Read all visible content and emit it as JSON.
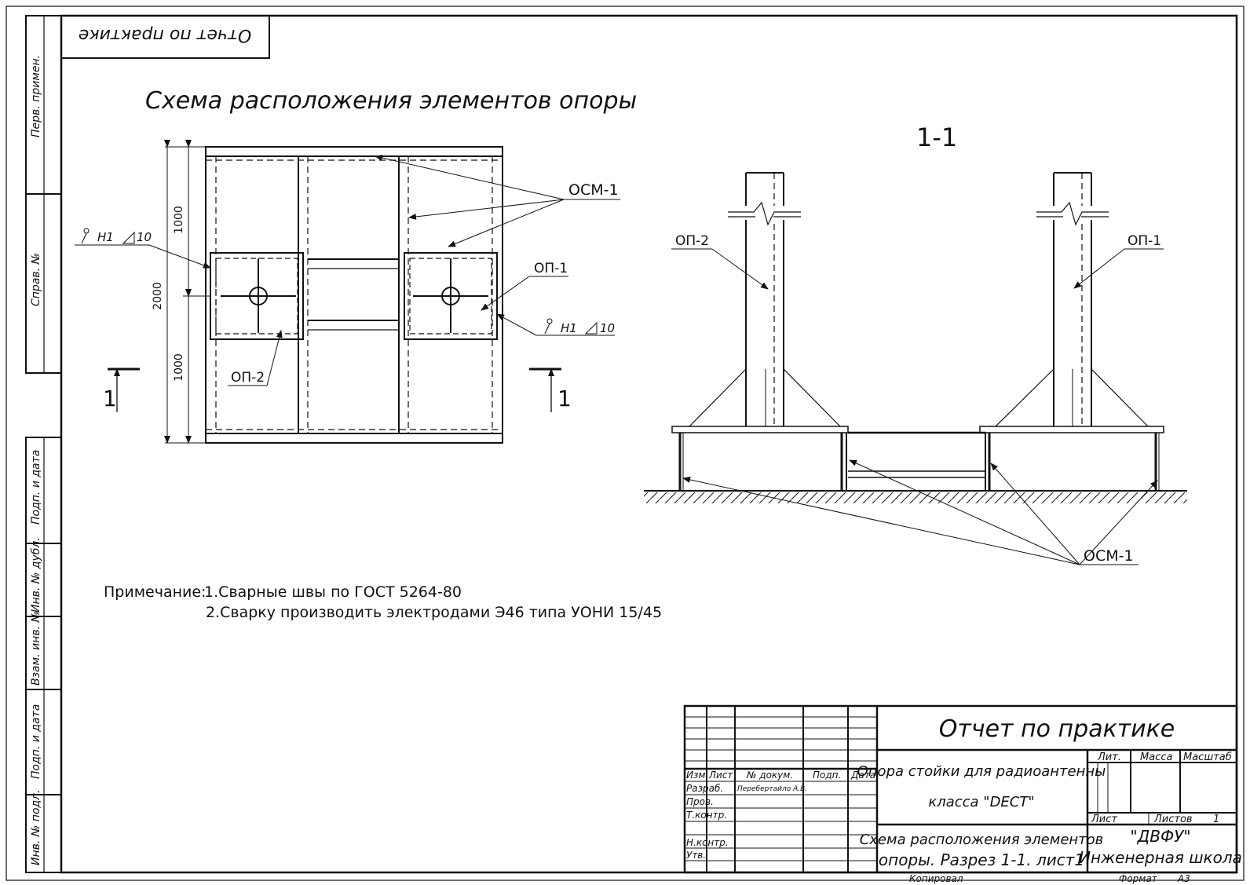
{
  "stamp_top": "Отчет по практике",
  "scheme_title": "Схема расположения элементов опоры",
  "section_title": "1-1",
  "side_labels": {
    "perv_primen": "Перв. примен.",
    "sprav": "Справ. №",
    "podp_data_1": "Подп. и дата",
    "inv_dubl": "Инв. № дубл.",
    "vzam_inv": "Взам. инв. №",
    "podp_data_2": "Подп. и дата",
    "inv_podl": "Инв. № подл."
  },
  "plan": {
    "dim_total": "2000",
    "dim_top": "1000",
    "dim_bottom": "1000",
    "section_mark_left": "1",
    "section_mark_right": "1",
    "weld_left": "Н1",
    "weld_left_size": "10",
    "weld_right": "Н1",
    "weld_right_size": "10",
    "label_osm": "ОСМ-1",
    "label_op1": "ОП-1",
    "label_op2": "ОП-2"
  },
  "section": {
    "label_op2": "ОП-2",
    "label_op1": "ОП-1",
    "label_osm": "ОСМ-1"
  },
  "notes": {
    "prefix": "Примечание:",
    "line1": "1.Сварные швы по ГОСТ 5264-80",
    "line2": "2.Сварку производить электродами Э46 типа УОНИ 15/45"
  },
  "title_block": {
    "main_title": "Отчет по практике",
    "description_line1": "Опора стойки для радиоантенны",
    "description_line2": "класса \"DECT\"",
    "sheet_title_line1": "Схема расположения элементов",
    "sheet_title_line2": "опоры. Разрез 1-1. лист1",
    "org_line1": "\"ДВФУ\"",
    "org_line2": "Инженерная школа",
    "col_izm": "Изм.",
    "col_list": "Лист",
    "col_ndokum": "№ докум.",
    "col_podp": "Подп.",
    "col_data": "Дата",
    "razrab": "Разраб.",
    "razrab_name": "Перебертайло А.В.",
    "prov": "Пров.",
    "tkontr": "Т.контр.",
    "nkontr": "Н.контр.",
    "utv": "Утв.",
    "lit": "Лит.",
    "massa": "Масса",
    "masshtab": "Масштаб",
    "list_label": "Лист",
    "listov_label": "Листов",
    "listov_value": "1",
    "kopiroval": "Копировал",
    "format_label": "Формат",
    "format_value": "А3"
  }
}
